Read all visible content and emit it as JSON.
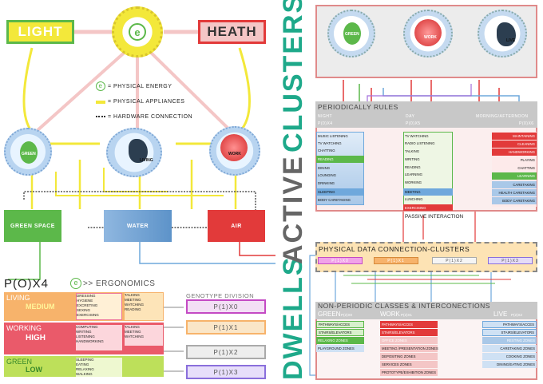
{
  "left": {
    "light_label": "LIGHT",
    "heath_label": "HEATH",
    "legend": {
      "energy": "= PHYSICAL ENERGY",
      "appliances": "= PHYSICAL APPLIANCES",
      "hardware": "= HARDWARE CONNECTION"
    },
    "nodes": {
      "green": "GREEN",
      "living": "LIVING",
      "work": "WORK"
    },
    "environments": {
      "green_space": "GREEN SPACE",
      "water": "WATER",
      "air": "AIR"
    },
    "ergonomics": {
      "poxs_label": "P(O)X4",
      "title": ">> ERGONOMICS",
      "genotype_title": "GENOTYPE DIVISION",
      "rows": [
        {
          "zone": "LIVING",
          "level": "MEDIUM",
          "col1": [
            "DRESSING",
            "HYGIENE",
            "EXCRETING",
            "SEXING",
            "EXERCISING"
          ],
          "col2": [
            "TALKING",
            "MEETING",
            "WATCHING",
            "READING"
          ]
        },
        {
          "zone": "WORKING",
          "level": "HIGH",
          "col1": [
            "COMPUTING",
            "WRITING",
            "LISTENING",
            "HANDWORKING"
          ],
          "col2": [
            "TALKING",
            "MEETING",
            "WATCHING"
          ]
        },
        {
          "zone": "GREEN",
          "level": "LOW",
          "col1": [
            "SLEEPING",
            "EATING",
            "RELAXING",
            "WALKING"
          ],
          "col2": []
        }
      ],
      "genotypes": [
        "P(1)X0",
        "P(1)X1",
        "P(1)X2",
        "P(1)X3"
      ]
    }
  },
  "vertical_title": {
    "w1": "DWELLS",
    "w2": "ACTIVE",
    "w3": "CLUSTERS"
  },
  "right": {
    "top_nodes": {
      "green": "GREEN",
      "work": "WORK",
      "live": "LIVE"
    },
    "periodic": {
      "title": "PERIODICALLY RULES",
      "cols": [
        {
          "name": "NIGHT",
          "code": "P(0)X4"
        },
        {
          "name": "DAY",
          "code": "P(0)X5"
        },
        {
          "name": "MORNING/AFTERNOON",
          "code": "P(0)X6"
        }
      ],
      "night": [
        "MUSIC LISTENING",
        "TV WATCHING",
        "CHATTING",
        "READING",
        "DINING",
        "LOUNGING",
        "DRINKING",
        "SLEEPING",
        "BODY CARETAKING"
      ],
      "day": [
        "TV WATCHING",
        "RADIO LISTENING",
        "TALKING",
        "WRITING",
        "READING",
        "LEARNING",
        "WORKING",
        "MEETING",
        "LUNCHING",
        "EXERCISING"
      ],
      "morning": [
        "MAINTAINING",
        "CLEANING",
        "HANDWORKING",
        "PLAYING",
        "CHATTING",
        "LEARNING",
        "CARETAKING",
        "HEALTH CARETAKING",
        "BODY CARETAKING"
      ],
      "passive": "PASSIVE INTERACTION"
    },
    "physical": {
      "title": "PHYSICAL DATA CONNECTION-CLUSTERS",
      "chips": [
        "P(1)X0",
        "P(1)X1",
        "P(1)X2",
        "P(1)X3"
      ]
    },
    "nonperiodic": {
      "title": "NON-PERIODIC CLASSES & INTERCONECTIONS",
      "cols": [
        {
          "name": "GREEN",
          "code": "P(2)X0"
        },
        {
          "name": "WORK",
          "code": "P(2)X1"
        },
        {
          "name": "LIVE",
          "code": "P(2)X2"
        }
      ],
      "green": [
        "PATHWAYS/ACCES",
        "STAIRS/ELEVATORS",
        "RELAXING ZONES",
        "PLAYGROUND ZONES"
      ],
      "work": [
        "PATHWAYS/ACCES",
        "STAIRS/ELEVATORS",
        "OFFICE ZONES",
        "MEETING /PRESENTATION ZONES",
        "DEPOSITING ZONES",
        "SERVICES ZONES",
        "PROTOTYPE/EXHIBITION ZONES"
      ],
      "live": [
        "PATHWAYS/ACCES",
        "STAIRS/ELEVATORS",
        "RESTING ZONES",
        "CARETAKING ZONES",
        "COOKING ZONES",
        "DINING/EATING ZONES"
      ]
    }
  },
  "colors": {
    "green": "#5cb84a",
    "teal": "#1ea98a",
    "blue": "#6fa8dc",
    "red": "#e23a3a",
    "yellow": "#f3e83a",
    "pink": "#f4c6c6",
    "orange": "#f7b36b"
  }
}
